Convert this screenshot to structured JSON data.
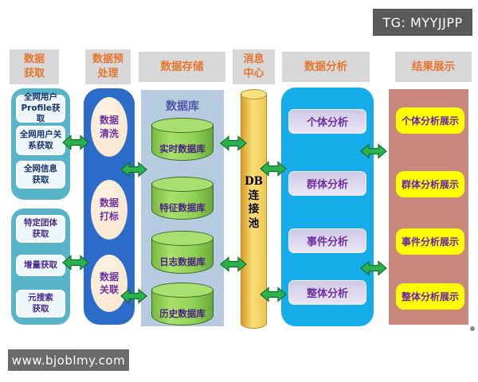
{
  "watermarks": {
    "tg_badge": "TG: MYYJJPP",
    "site_badge": "www.bjoblmy.com"
  },
  "headers": {
    "acquisition": {
      "lines": [
        "数据",
        "获取"
      ]
    },
    "preprocessing": {
      "lines": [
        "数据预",
        "处理"
      ]
    },
    "storage": {
      "label": "数据存储"
    },
    "message_center": {
      "lines": [
        "消息",
        "中心"
      ]
    },
    "analysis": {
      "label": "数据分析"
    },
    "display": {
      "label": "结果展示"
    }
  },
  "acquisition": {
    "group1": {
      "items": [
        [
          "全网用户",
          "Profile获取"
        ],
        [
          "全网用户关",
          "系获取"
        ],
        [
          "全网信息",
          "获取"
        ]
      ]
    },
    "group2": {
      "items": [
        [
          "特定团体",
          "获取"
        ],
        [
          "增量获取"
        ],
        [
          "元搜索",
          "获取"
        ]
      ]
    }
  },
  "preprocessing": {
    "items": [
      [
        "数据",
        "清洗"
      ],
      [
        "数据",
        "打标"
      ],
      [
        "数据",
        "关联"
      ]
    ]
  },
  "storage": {
    "title": "数据库",
    "databases": [
      "实时数据库",
      "特征数据库",
      "日志数据库",
      "历史数据库"
    ]
  },
  "message_center": {
    "label_lines": [
      "DB",
      "连",
      "接",
      "池"
    ]
  },
  "analysis": {
    "items": [
      "个体分析",
      "群体分析",
      "事件分析",
      "整体分析"
    ]
  },
  "display": {
    "items": [
      "个体分析展示",
      "群体分析展示",
      "事件分析展示",
      "整体分析展示"
    ]
  },
  "colors": {
    "header_bg": "#D8D8D8",
    "header_text": "#E7752E",
    "acquisition_container": "#57B4C9",
    "preprocessing_container": "#2B6CC8",
    "storage_container": "#B7CBE0",
    "message_cylinder": "#EFC54E",
    "analysis_container": "#15ADE9",
    "display_container": "#C9877D",
    "database_green": "#8FD155",
    "highlight_yellow": "#FEFE00",
    "arrow_green": "#2AB24D"
  }
}
